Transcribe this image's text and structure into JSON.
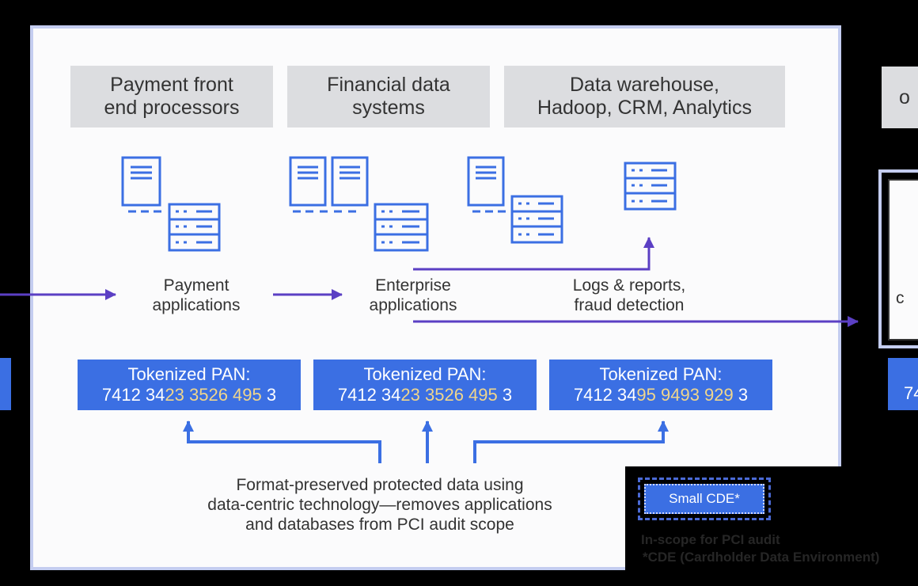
{
  "headers": [
    "Payment front\nend processors",
    "Financial data\nsystems",
    "Data warehouse,\nHadoop, CRM, Analytics",
    "o"
  ],
  "labels": {
    "payment_apps": "Payment\napplications",
    "enterprise_apps": "Enterprise\napplications",
    "logs": "Logs & reports,\nfraud detection",
    "right_partial": "c"
  },
  "tokens": [
    {
      "title": "Tokenized PAN:",
      "pan_plain": "7412 34",
      "pan_highlight": "23 3526 495",
      "pan_tail": " 3"
    },
    {
      "title": "Tokenized PAN:",
      "pan_plain": "7412 34",
      "pan_highlight": "23 3526 495",
      "pan_tail": " 3"
    },
    {
      "title": "Tokenized PAN:",
      "pan_plain": "7412 34",
      "pan_highlight": "95 9493 929",
      "pan_tail": " 3"
    }
  ],
  "right_token_partial": "74",
  "description": "Format-preserved protected data using\ndata-centric technology—removes applications\nand databases from PCI audit scope",
  "cde_label": "Small CDE*",
  "footnote_1": "In-scope for PCI audit",
  "footnote_2": "*CDE (Cardholder Data Environment)",
  "colors": {
    "accent_blue": "#3b6fe3",
    "arrow_purple": "#5b3fc4",
    "highlight_digits": "#f0d68c",
    "panel_border": "#c4cdf0"
  }
}
